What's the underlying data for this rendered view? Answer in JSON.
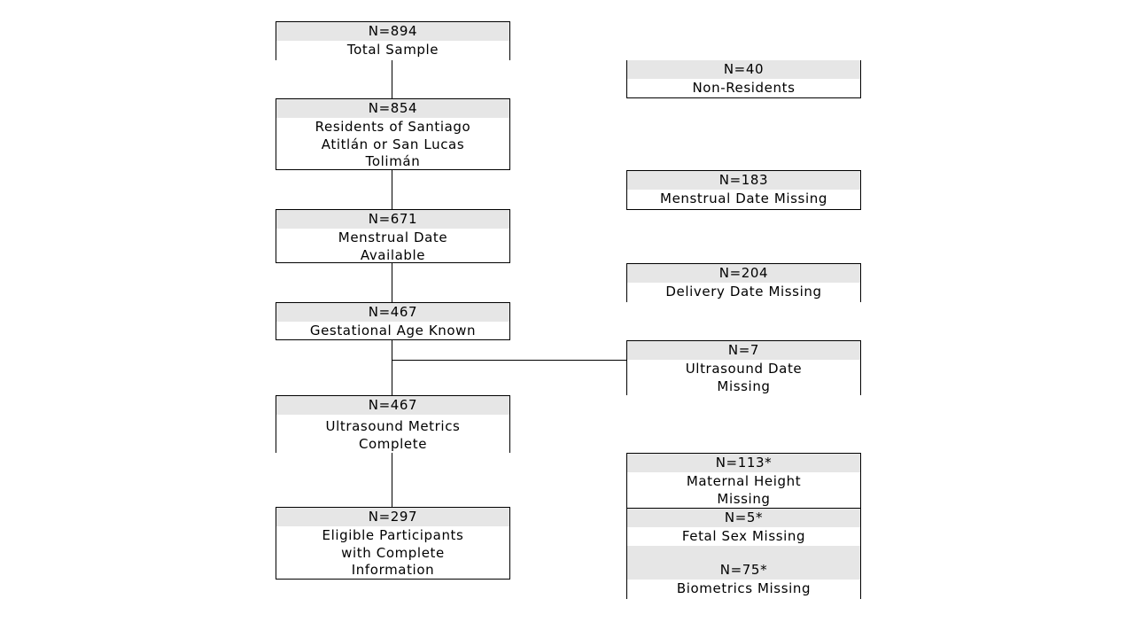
{
  "boxes": {
    "total": {
      "n": "N=894",
      "label": "Total Sample"
    },
    "residents": {
      "n": "N=854",
      "label_lines": [
        "Residents of Santiago",
        "Atitlán or San Lucas",
        "Tolimán"
      ]
    },
    "menstrual_available": {
      "n": "N=671",
      "label_lines": [
        "Menstrual Date",
        "Available"
      ]
    },
    "gestational": {
      "n": "N=467",
      "label": "Gestational Age Known"
    },
    "ultrasound_complete": {
      "n": "N=467",
      "label_lines": [
        "Ultrasound Metrics",
        "Complete"
      ]
    },
    "eligible": {
      "n": "N=297",
      "label_lines": [
        "Eligible Participants",
        "with Complete",
        "Information"
      ]
    },
    "non_residents": {
      "n": "N=40",
      "label": "Non-Residents"
    },
    "menstrual_missing": {
      "n": "N=183",
      "label": "Menstrual Date Missing"
    },
    "delivery_missing": {
      "n": "N=204",
      "label": "Delivery Date Missing"
    },
    "ultrasound_date_missing": {
      "n": "N=7",
      "label_lines": [
        "Ultrasound Date",
        "Missing"
      ]
    },
    "maternal_height_missing": {
      "n": "N=113*",
      "label_lines": [
        "Maternal Height",
        "Missing"
      ]
    },
    "fetal_sex_missing": {
      "n": "N=5*",
      "label": "Fetal Sex Missing"
    },
    "biometrics_missing": {
      "n": "N=75*",
      "label": "Biometrics Missing"
    }
  }
}
